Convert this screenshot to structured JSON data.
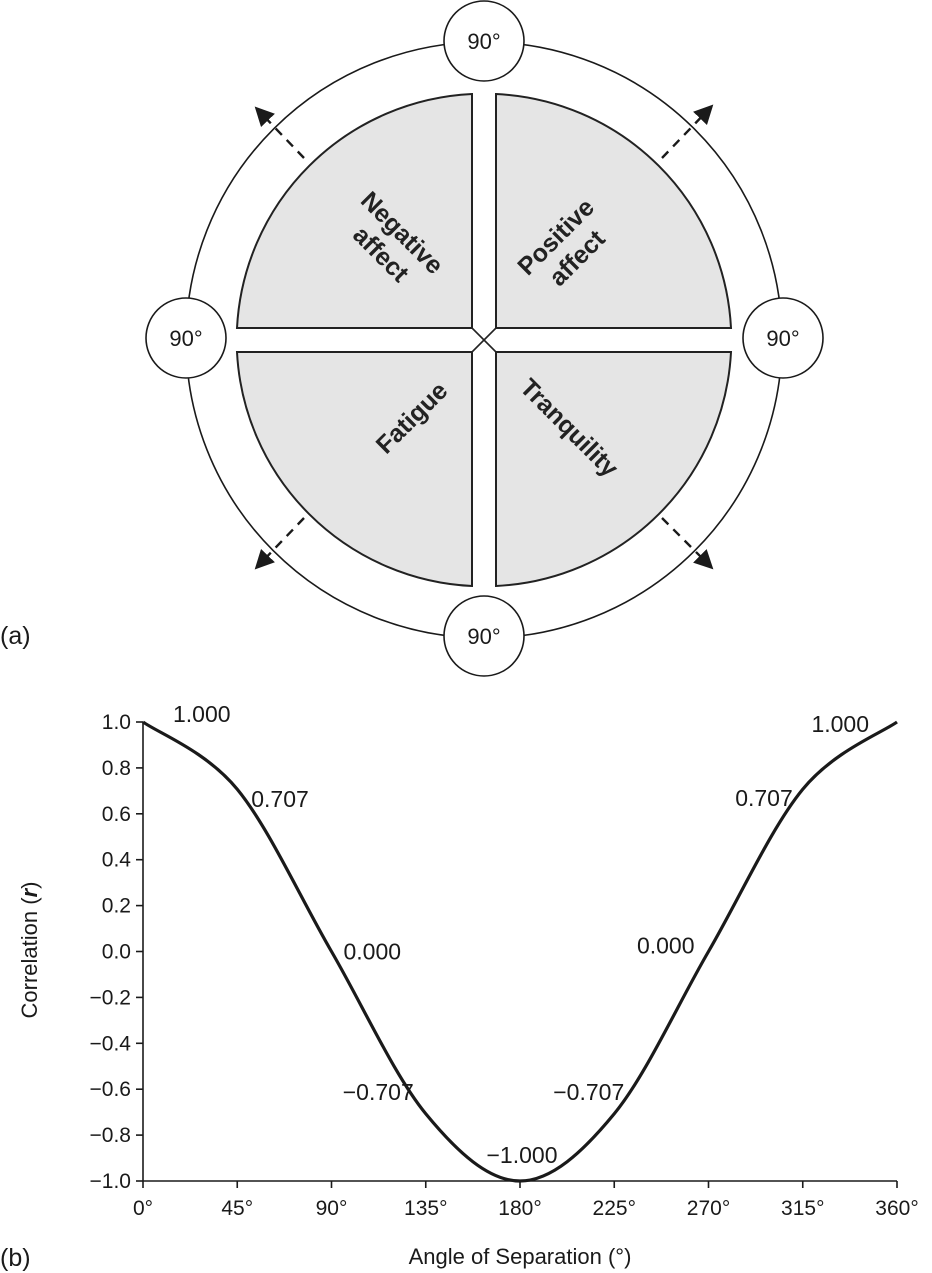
{
  "panel_a": {
    "label": "(a)",
    "angle_labels": [
      "90°",
      "90°",
      "90°",
      "90°"
    ],
    "quadrants": {
      "top_left": [
        "Negative",
        "affect"
      ],
      "top_right": [
        "Positive",
        "affect"
      ],
      "bottom_left": [
        "Fatigue"
      ],
      "bottom_right": [
        "Tranquility"
      ]
    },
    "colors": {
      "quadrant_fill": "#e5e5e5",
      "stroke": "#222222"
    }
  },
  "panel_b": {
    "label": "(b)"
  },
  "chart_data": {
    "type": "line",
    "xlabel": "Angle of Separation (°)",
    "ylabel_prefix": "Correlation (",
    "ylabel_var": "r",
    "ylabel_suffix": ")",
    "xlim": [
      0,
      360
    ],
    "ylim": [
      -1.0,
      1.0
    ],
    "x_ticks": [
      {
        "value": 0,
        "label": "0°"
      },
      {
        "value": 45,
        "label": "45°"
      },
      {
        "value": 90,
        "label": "90°"
      },
      {
        "value": 135,
        "label": "135°"
      },
      {
        "value": 180,
        "label": "180°"
      },
      {
        "value": 225,
        "label": "225°"
      },
      {
        "value": 270,
        "label": "270°"
      },
      {
        "value": 315,
        "label": "315°"
      },
      {
        "value": 360,
        "label": "360°"
      }
    ],
    "y_ticks": [
      {
        "value": 1.0,
        "label": "1.0"
      },
      {
        "value": 0.8,
        "label": "0.8"
      },
      {
        "value": 0.6,
        "label": "0.6"
      },
      {
        "value": 0.4,
        "label": "0.4"
      },
      {
        "value": 0.2,
        "label": "0.2"
      },
      {
        "value": 0.0,
        "label": "0.0"
      },
      {
        "value": -0.2,
        "label": "−0.2"
      },
      {
        "value": -0.4,
        "label": "−0.4"
      },
      {
        "value": -0.6,
        "label": "−0.6"
      },
      {
        "value": -0.8,
        "label": "−0.8"
      },
      {
        "value": -1.0,
        "label": "−1.0"
      }
    ],
    "x": [
      0,
      45,
      90,
      135,
      180,
      225,
      270,
      315,
      360
    ],
    "y": [
      1.0,
      0.707,
      0.0,
      -0.707,
      -1.0,
      -0.707,
      0.0,
      0.707,
      1.0
    ],
    "data_labels": [
      {
        "x": 0,
        "y": 1.0,
        "label": "1.000"
      },
      {
        "x": 45,
        "y": 0.707,
        "label": "0.707"
      },
      {
        "x": 90,
        "y": 0.0,
        "label": "0.000"
      },
      {
        "x": 135,
        "y": -0.707,
        "label": "−0.707"
      },
      {
        "x": 180,
        "y": -1.0,
        "label": "−1.000"
      },
      {
        "x": 225,
        "y": -0.707,
        "label": "−0.707"
      },
      {
        "x": 270,
        "y": 0.0,
        "label": "0.000"
      },
      {
        "x": 315,
        "y": 0.707,
        "label": "0.707"
      },
      {
        "x": 360,
        "y": 1.0,
        "label": "1.000"
      }
    ],
    "grid": false,
    "line_color": "#1a1a1a"
  }
}
